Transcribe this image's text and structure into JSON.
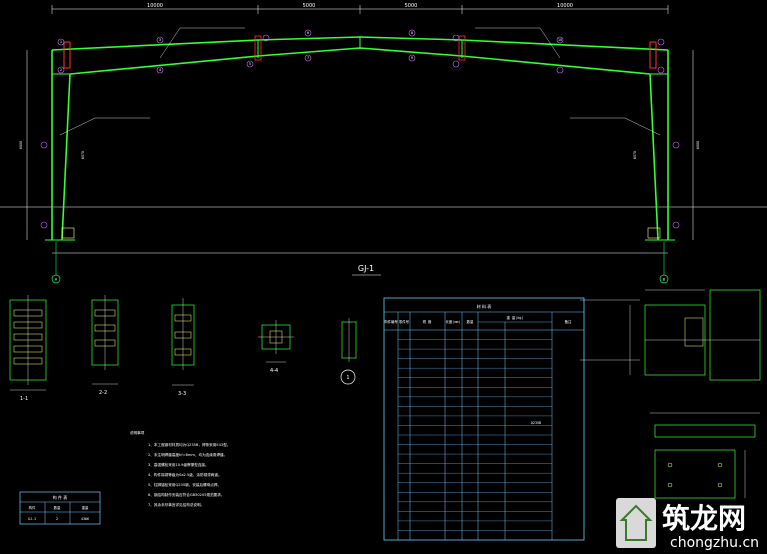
{
  "colors": {
    "background": "#000000",
    "frame": "#33ff33",
    "dimension": "#ffffff",
    "callout": "#cc66ff",
    "table": "#66ccff",
    "detail": "#ffff66",
    "accent": "#ff3333",
    "grid": "#00ff66"
  },
  "frame": {
    "title": "GJ-1",
    "spans": [
      "10000",
      "5000",
      "5000",
      "10000"
    ],
    "left_height": "6000",
    "right_height": "6000",
    "left_height_inner": "6570",
    "right_height_inner": "6570",
    "axis_labels": [
      "A",
      "B"
    ],
    "callout_numbers": [
      "1",
      "2",
      "3",
      "4",
      "5",
      "6",
      "7",
      "8",
      "9",
      "10"
    ]
  },
  "sections": {
    "labels": [
      "1-1",
      "2-2",
      "3-3",
      "4-4"
    ],
    "detail_number": "1"
  },
  "materials": {
    "title": "材 料 表",
    "headers": [
      "构件编号",
      "零件号",
      "规 格",
      "长度(mm)",
      "数量",
      "重 量(kg)",
      "备注"
    ],
    "row_count": 22,
    "note": "Q235B"
  },
  "members": {
    "title": "构 件 表",
    "headers": [
      "构件",
      "数量",
      "重量"
    ],
    "row": [
      "GJ-1",
      "2",
      "4366"
    ]
  },
  "notes": {
    "title": "说明事项",
    "lines": [
      "1、本工程钢材材质均为Q235B，焊条采用E43型。",
      "2、未注明焊缝高度hf=6mm，均为连续角焊缝。",
      "3、高强螺栓采用10.9级摩擦型连接。",
      "4、构件除锈等级为Sa2.5级，涂防锈漆两道。",
      "5、柱脚锚栓采用Q235钢，安装后螺母点焊。",
      "6、钢结构制作安装应符合GB50205规范要求。",
      "7、其余未尽事宜详见结构总说明。"
    ]
  },
  "watermark": {
    "cn": "筑龙网",
    "en": "chongzhu.cn"
  }
}
